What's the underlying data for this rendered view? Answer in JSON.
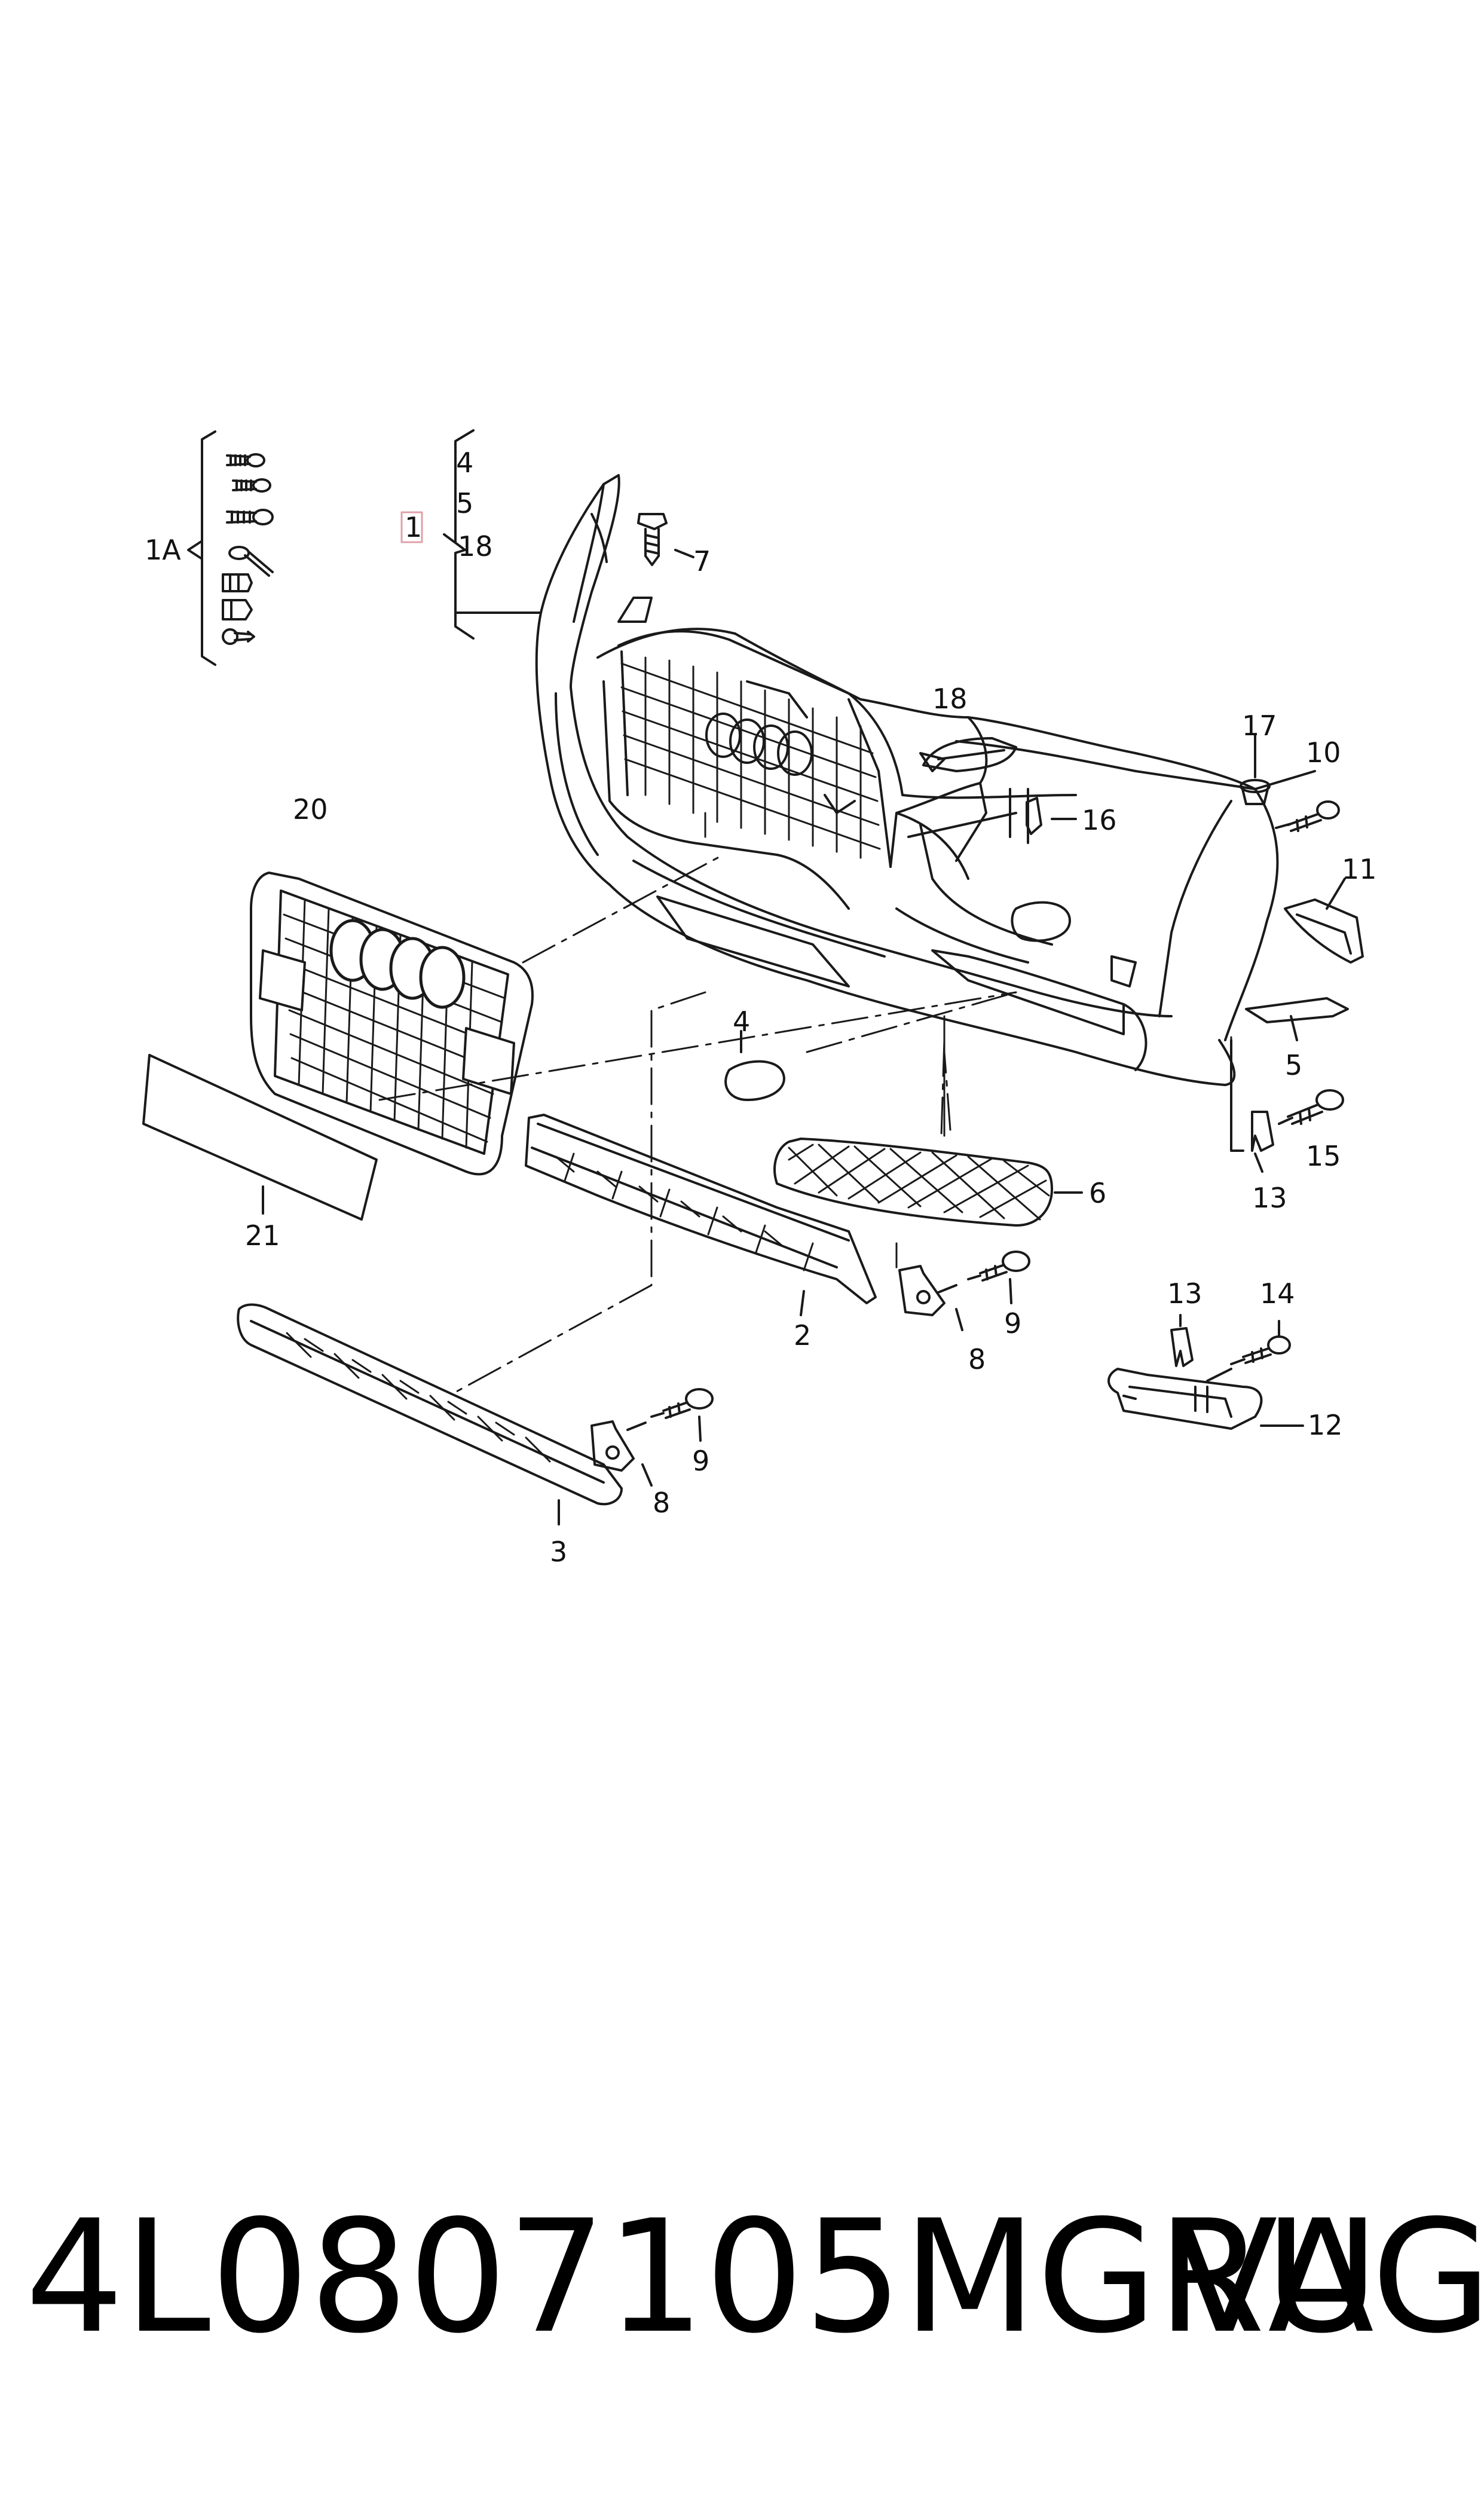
{
  "callouts": {
    "c1A": "1A",
    "c4_group": "4",
    "c5_group": "5",
    "c1": "1",
    "c18_group": "18",
    "c7": "7",
    "c18": "18",
    "c17": "17",
    "c10": "10",
    "c16": "16",
    "c11": "11",
    "c20": "20",
    "c4": "4",
    "c5": "5",
    "c15": "15",
    "c13": "13",
    "c6": "6",
    "c21": "21",
    "c2": "2",
    "c9a": "9",
    "c8a": "8",
    "c13b": "13",
    "c14": "14",
    "c12": "12",
    "c9b": "9",
    "c8b": "8",
    "c3": "3"
  },
  "footer": {
    "part_number": "4L0807105MGRU",
    "brand": "VAG"
  },
  "colors": {
    "line": "#1a1a1a",
    "highlight_box": "#e0a0a8",
    "background": "#ffffff"
  }
}
